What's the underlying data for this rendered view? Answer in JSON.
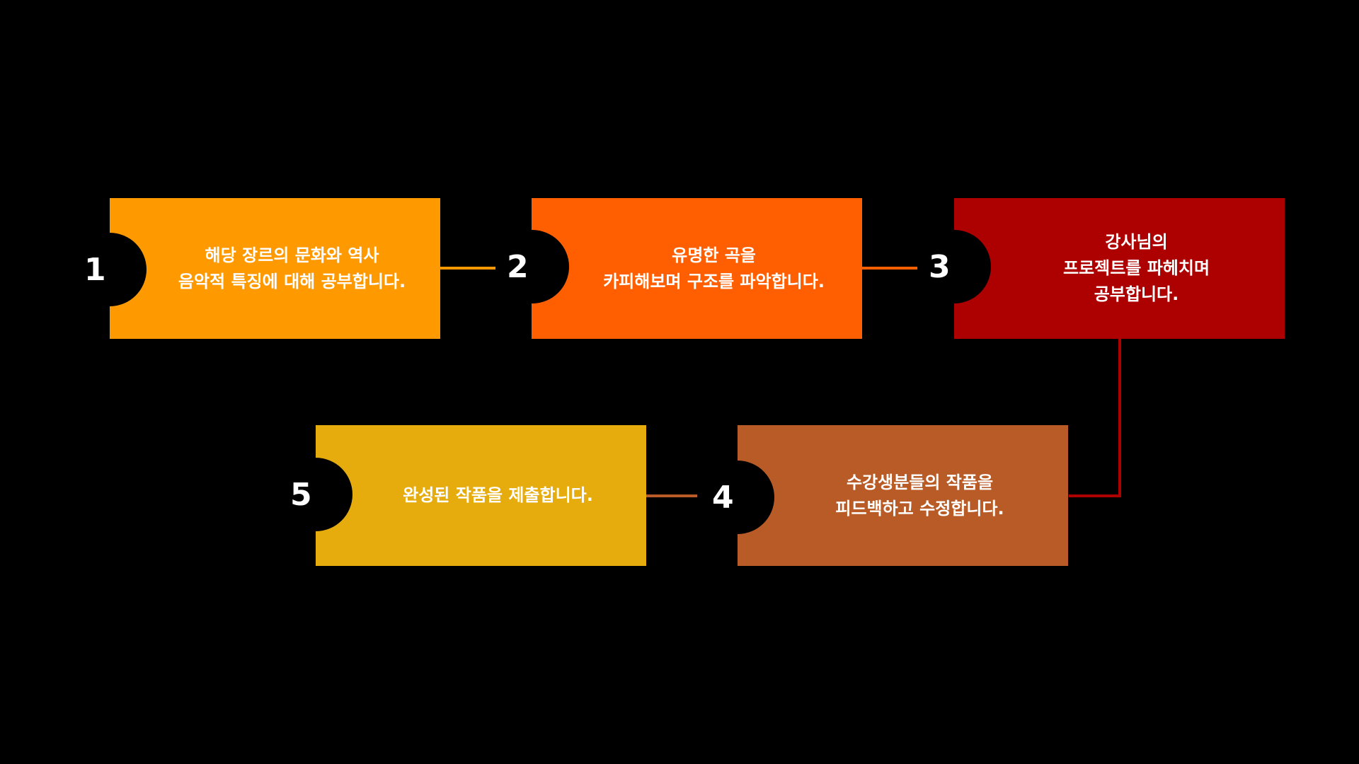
{
  "colors": {
    "background": "#000000",
    "text": "#ffffff",
    "badge": "#000000"
  },
  "steps": [
    {
      "number": "1",
      "text": "해당 장르의 문화와 역사\n음악적 특징에 대해 공부합니다.",
      "color": "#ff9900"
    },
    {
      "number": "2",
      "text": "유명한 곡을\n카피해보며 구조를 파악합니다.",
      "color": "#ff5f00"
    },
    {
      "number": "3",
      "text": "강사님의\n프로젝트를 파헤치며\n공부합니다.",
      "color": "#ad0000"
    },
    {
      "number": "4",
      "text": "수강생분들의 작품을\n피드백하고 수정합니다.",
      "color": "#b85b27"
    },
    {
      "number": "5",
      "text": "완성된 작품을 제출합니다.",
      "color": "#e6ab0d"
    }
  ]
}
